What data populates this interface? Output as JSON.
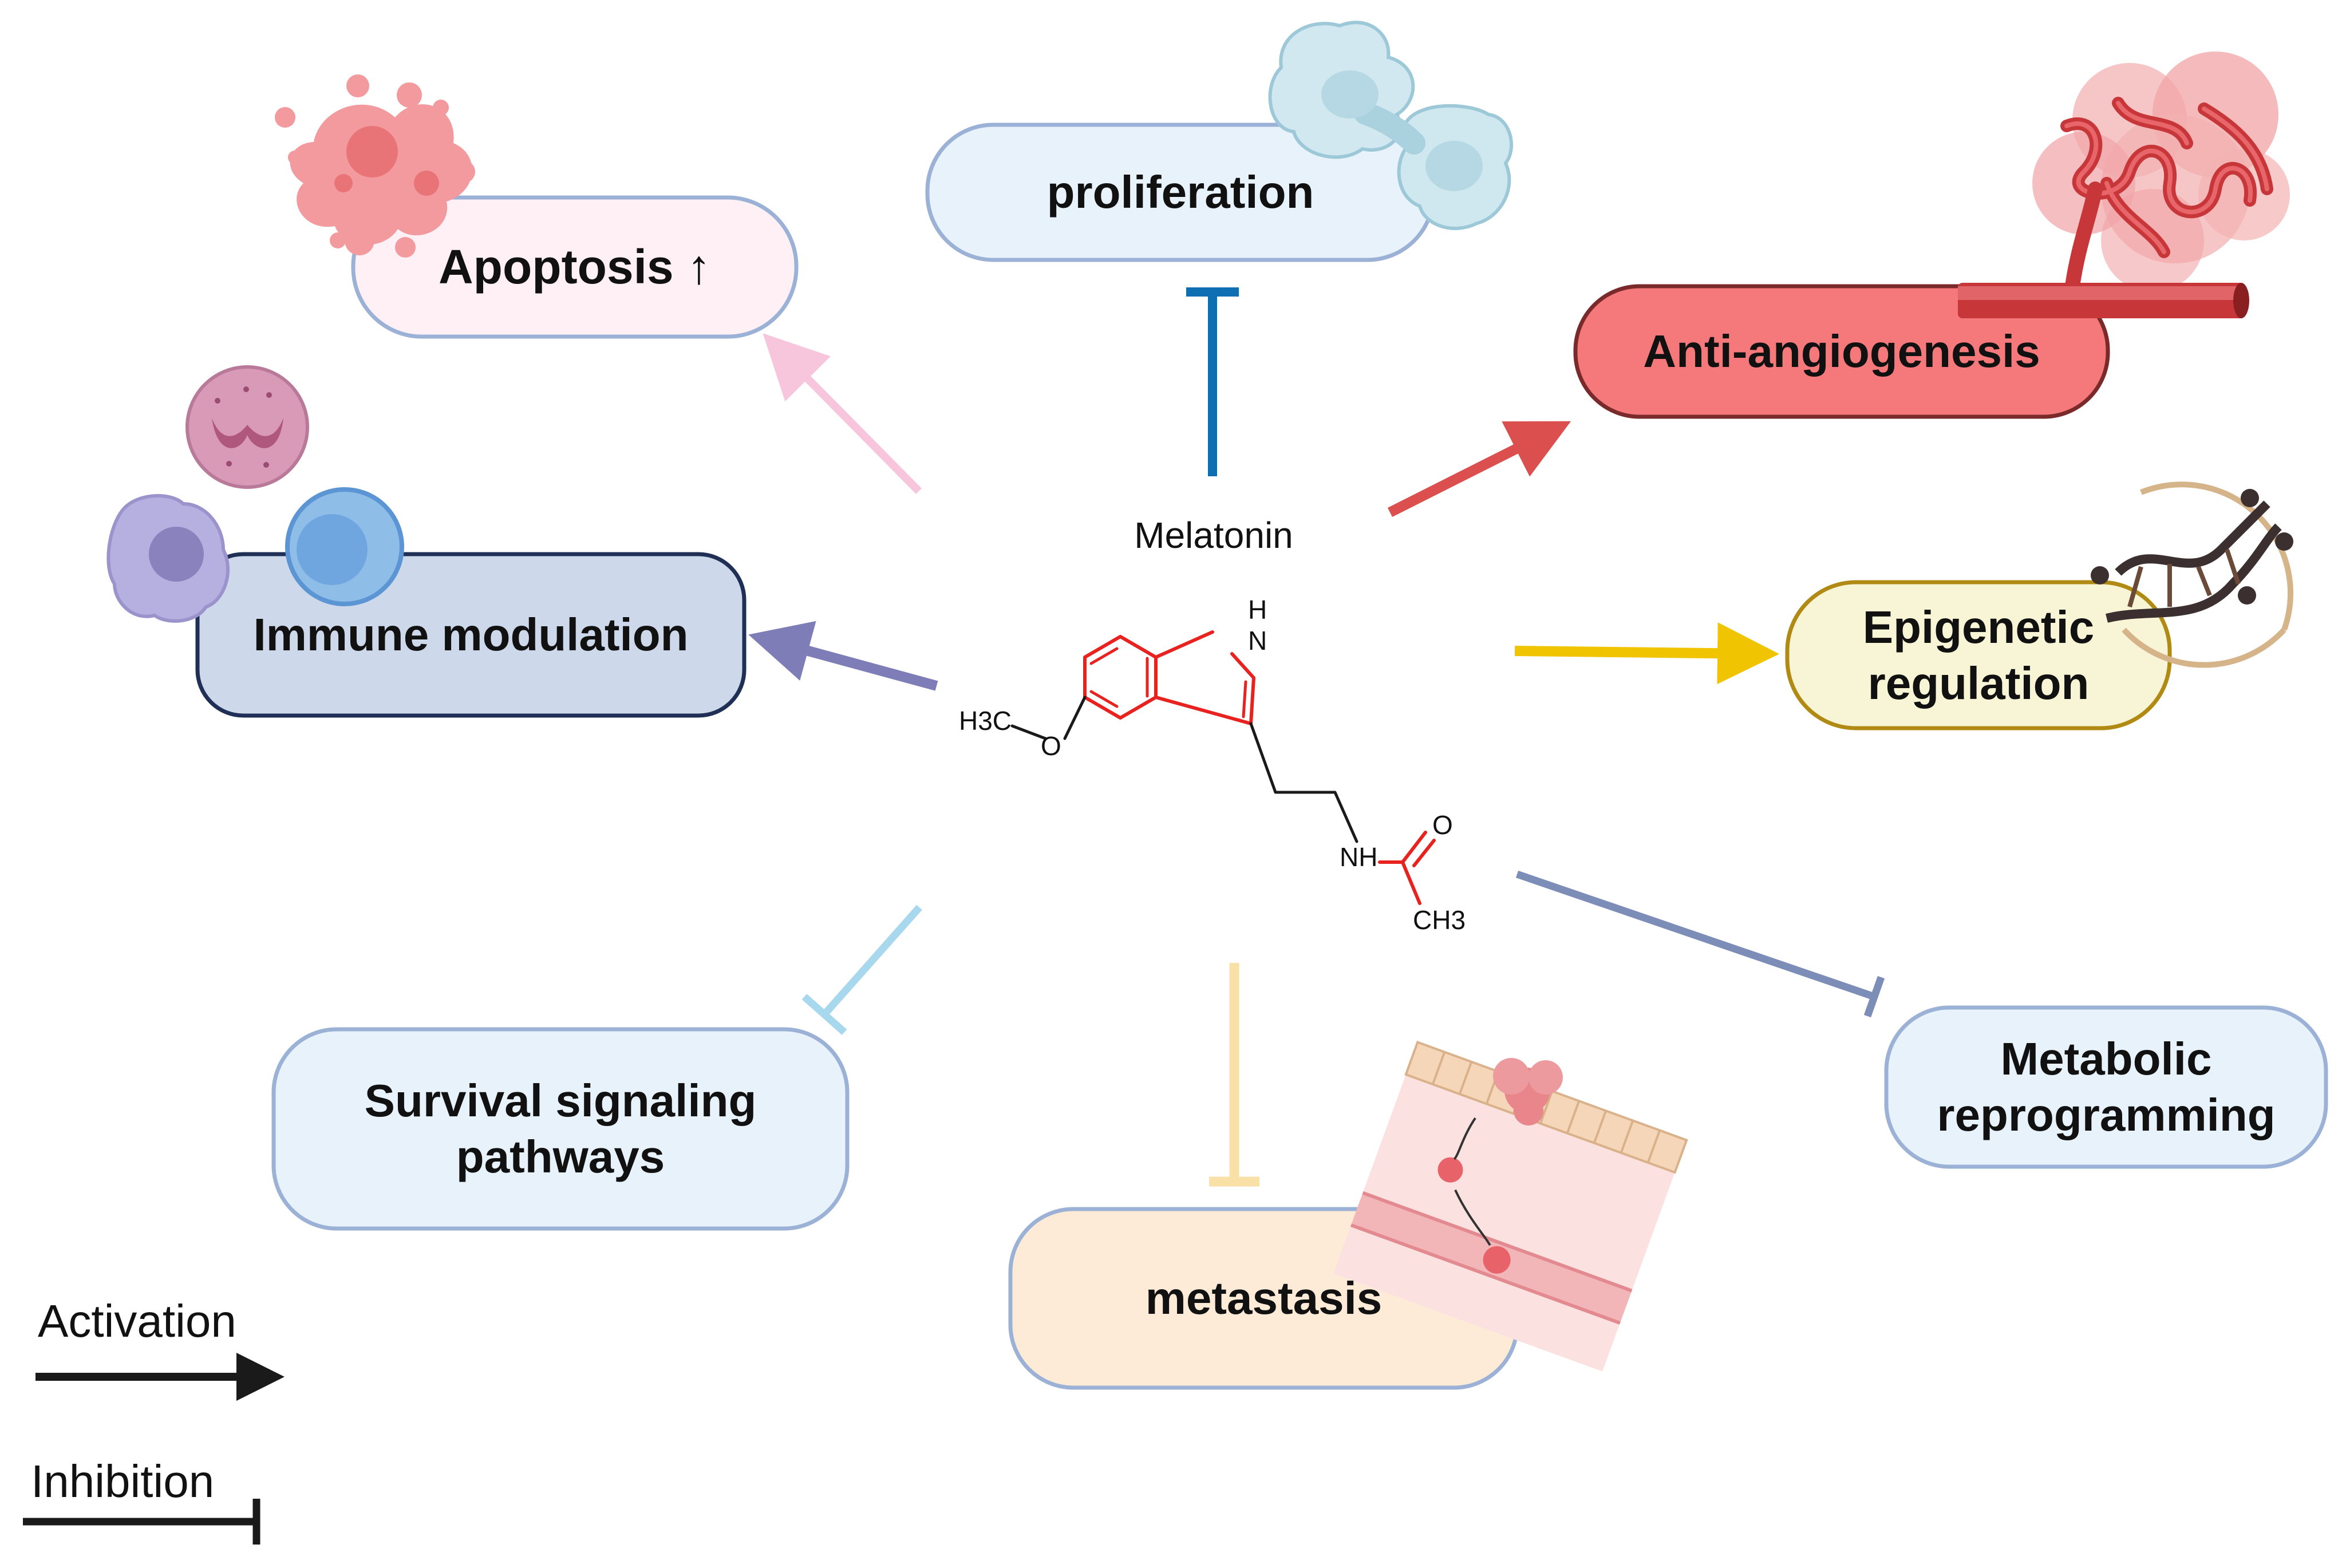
{
  "center": {
    "label": "Melatonin"
  },
  "molecule": {
    "h3c": "H3C",
    "o_ether": "O",
    "h": "H",
    "n": "N",
    "nh": "NH",
    "o_carbonyl": "O",
    "ch3": "CH3"
  },
  "nodes": {
    "apoptosis": {
      "label": "Apoptosis ↑",
      "effect": "activation"
    },
    "proliferation": {
      "label": "proliferation",
      "effect": "inhibition"
    },
    "anti_angiogenesis": {
      "label": "Anti-angiogenesis",
      "effect": "activation"
    },
    "immune_modulation": {
      "label": "Immune modulation",
      "effect": "activation"
    },
    "epigenetic_regulation": {
      "label_line1": "Epigenetic",
      "label_line2": "regulation",
      "effect": "activation"
    },
    "survival_signaling": {
      "label_line1": "Survival signaling",
      "label_line2": "pathways",
      "effect": "inhibition"
    },
    "metastasis": {
      "label": "metastasis",
      "effect": "inhibition"
    },
    "metabolic_reprogramming": {
      "label_line1": "Metabolic",
      "label_line2": "reprogramming",
      "effect": "inhibition"
    }
  },
  "legend": {
    "activation": "Activation",
    "inhibition": "Inhibition"
  },
  "colors": {
    "apoptosis_arrow": "#f7c6dc",
    "proliferation_bar": "#0f6fb3",
    "angiogenesis_arrow": "#db4f4f",
    "immune_arrow": "#7f7db8",
    "epigenetic_arrow": "#f0c400",
    "survival_bar": "#a8d8ee",
    "metastasis_bar": "#f8e0a6",
    "metabolic_bar": "#7c8eb8",
    "molecule_red": "#e8231f",
    "anti_angiogenesis_fill": "#f5787a",
    "immune_fill": "#cdd8ea",
    "epigenetic_fill": "#f8f4d6",
    "metastasis_fill": "#fdebd8"
  }
}
